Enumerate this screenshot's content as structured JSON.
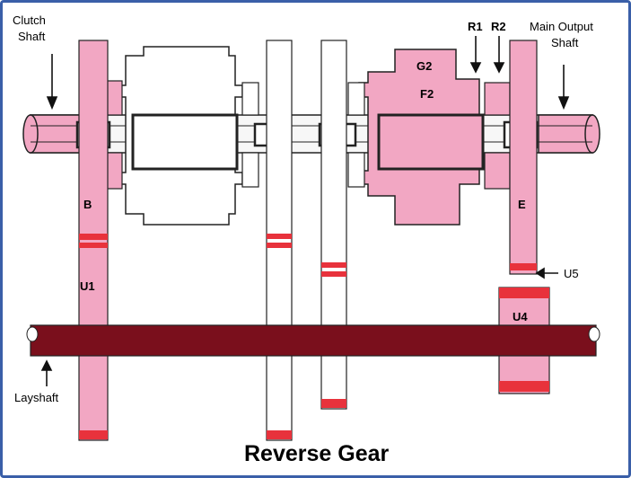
{
  "labels": {
    "clutch_shaft_line1": "Clutch",
    "clutch_shaft_line2": "Shaft",
    "main_output_line1": "Main Output",
    "main_output_line2": "Shaft",
    "r1": "R1",
    "r2": "R2",
    "g2": "G2",
    "f2": "F2",
    "b": "B",
    "e": "E",
    "u1": "U1",
    "u4": "U4",
    "u5": "U5",
    "layshaft": "Layshaft",
    "title": "Reverse Gear"
  },
  "colors": {
    "pink": "#f2a7c3",
    "red": "#e8323c",
    "layshaft": "#7a0f1c",
    "frame": "#3a5fa8",
    "line": "#222222"
  }
}
